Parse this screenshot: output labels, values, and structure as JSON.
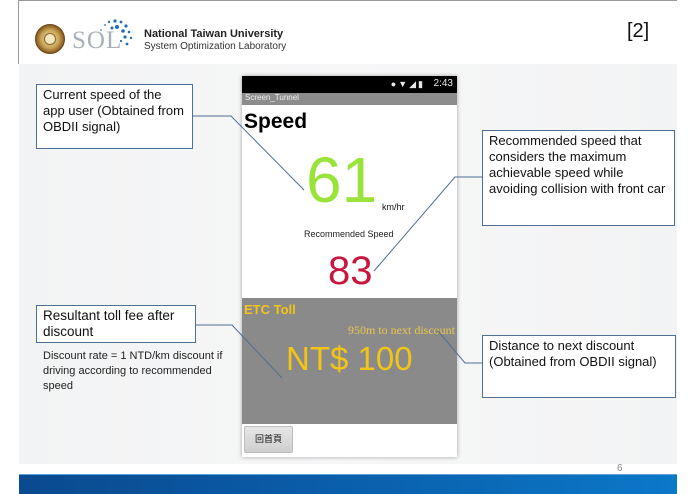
{
  "slide": {
    "reference": "[2]",
    "page_number": "6",
    "header": {
      "institution": "National Taiwan University",
      "lab": "System Optimization Laboratory",
      "logo_text": "SOL"
    }
  },
  "phone": {
    "status_bar": {
      "icons": "location-icon wifi-icon signal-icon battery-icon",
      "time": "2:43"
    },
    "title_bar": "Screen_Tunnel",
    "speed_heading": "Speed",
    "current_speed": "61",
    "speed_unit": "km/hr",
    "recommended_label": "Recommended Speed",
    "recommended_speed": "83",
    "etc": {
      "title": "ETC Toll",
      "distance_to_discount": "950m to next discount",
      "fee": "NT$ 100"
    },
    "home_button": "回首頁"
  },
  "callouts": {
    "current_speed": "Current speed of the app user (Obtained from OBDII signal)",
    "recommended_speed": "Recommended speed that considers the maximum achievable speed while avoiding collision with front car",
    "toll_fee": "Resultant toll fee after discount",
    "discount_note": "Discount rate = 1 NTD/km discount if driving according to recommended speed",
    "distance": "Distance to next discount (Obtained from OBDII signal)"
  },
  "colors": {
    "current_speed": "#99e33a",
    "recommended_speed": "#c8163e",
    "etc_accent": "#f2c418",
    "etc_panel": "#8a8a8a",
    "callout_border": "#4f6f93",
    "footer": "#0a5aa6"
  }
}
